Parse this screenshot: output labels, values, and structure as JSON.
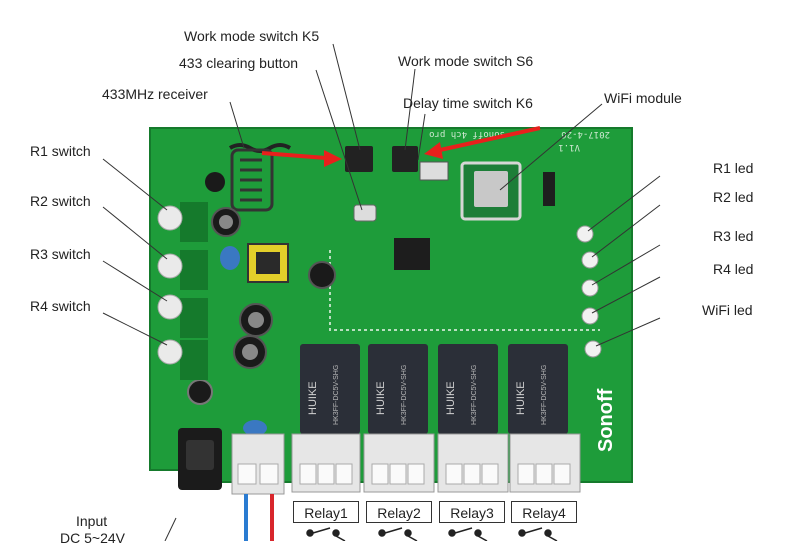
{
  "labels": {
    "work_mode_k5": "Work mode switch K5",
    "clearing_433": "433 clearing button",
    "receiver_433": "433MHz receiver",
    "work_mode_s6": "Work mode switch S6",
    "delay_k6": "Delay time switch K6",
    "wifi_module": "WiFi module",
    "r1_switch": "R1 switch",
    "r2_switch": "R2 switch",
    "r3_switch": "R3 switch",
    "r4_switch": "R4 switch",
    "r1_led": "R1 led",
    "r2_led": "R2 led",
    "r3_led": "R3 led",
    "r4_led": "R4 led",
    "wifi_led": "WiFi led",
    "input_line1": "Input",
    "input_line2": "DC 5~24V"
  },
  "relays": [
    "Relay1",
    "Relay2",
    "Relay3",
    "Relay4"
  ],
  "board": {
    "brand": "Sonoff",
    "relay_brand": "HUIKE",
    "relay_model": "HK3FF-DC5V-SHG",
    "version_text": "sonoff 4ch pro",
    "date_text": "2017-4-26",
    "rev_text": "V1.1"
  },
  "colors": {
    "pcb": "#1e9c3a",
    "arrow": "#e8201c",
    "relay": "#2b2f38"
  }
}
